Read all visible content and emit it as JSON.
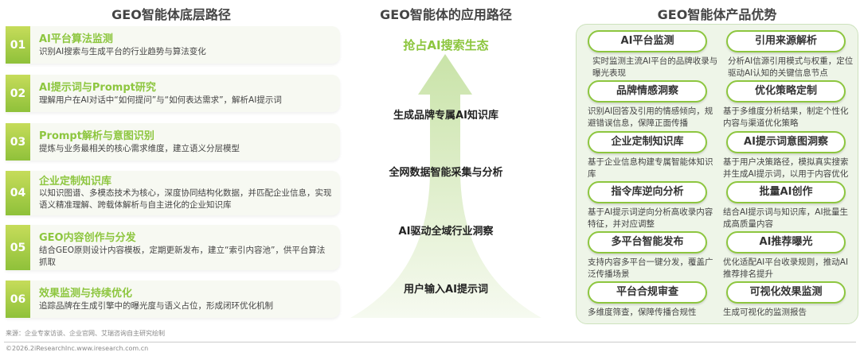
{
  "left": {
    "title": "GEO智能体底层路径",
    "items": [
      {
        "num": "01",
        "title": "AI平台算法监测",
        "desc": "识别AI搜索与生成平台的行业趋势与算法变化"
      },
      {
        "num": "02",
        "title": "AI提示词与Prompt研究",
        "desc": "理解用户在AI对话中“如何提问”与“如何表达需求”，解析AI提示词"
      },
      {
        "num": "03",
        "title": "Prompt解析与意图识别",
        "desc": "提炼与业务最相关的核心需求维度，建立语义分层模型"
      },
      {
        "num": "04",
        "title": "企业定制知识库",
        "desc": "以知识图谱、多模态技术为核心，深度协同结构化数据，并匹配企业信息，实现语义精准理解、跨载体解析与自主进化的企业知识库"
      },
      {
        "num": "05",
        "title": "GEO内容创作与分发",
        "desc": "结合GEO原则设计内容模板，定期更新发布，建立“索引内容池”，供平台算法抓取"
      },
      {
        "num": "06",
        "title": "效果监测与持续优化",
        "desc": "追踪品牌在生成引擎中的曝光度与语义占位，形成闭环优化机制"
      }
    ]
  },
  "middle": {
    "title": "GEO智能体的应用路径",
    "goal": "抢占AI搜索生态",
    "steps": [
      "生成品牌专属AI知识库",
      "全网数据智能采集与分析",
      "AI驱动全域行业洞察",
      "用户输入AI提示词"
    ]
  },
  "right": {
    "title": "GEO智能体产品优势",
    "items": [
      {
        "title": "AI平台监测",
        "desc": "实时监测主流AI平台的品牌收录与曝光表现"
      },
      {
        "title": "引用来源解析",
        "desc": "分析AI信源引用模式与权重，定位驱动AI认知的关键信息节点"
      },
      {
        "title": "品牌情感洞察",
        "desc": "识别AI回答及引用的情感倾向，规避错误信息，保障正面传播"
      },
      {
        "title": "优化策略定制",
        "desc": "基于多维度分析结果，制定个性化内容与渠道优化策略"
      },
      {
        "title": "企业定制知识库",
        "desc": "基于企业信息构建专属智能体知识库"
      },
      {
        "title": "AI提示词意图洞察",
        "desc": "基于用户决策路径，模拟真实搜索并生成AI提示词，以用于内容优化"
      },
      {
        "title": "指令库逆向分析",
        "desc": "基于AI提示词逆向分析高收录内容特征，并对应调整"
      },
      {
        "title": "批量AI创作",
        "desc": "结合AI提示词与知识库，AI批量生成高质量内容"
      },
      {
        "title": "多平台智能发布",
        "desc": "支持内容多平台一键分发，覆盖广泛传播场景"
      },
      {
        "title": "AI推荐曝光",
        "desc": "优化适配AI平台收录规则，推动AI推荐排名提升"
      },
      {
        "title": "平台合规审查",
        "desc": "多维度筛查，保障传播合规性"
      },
      {
        "title": "可视化效果监测",
        "desc": "生成可视化的监测报告"
      }
    ]
  },
  "footer": {
    "source": "来源：企业专家访谈、企业官网、艾瑞咨询自主研究绘制",
    "copyright": "©2026.2iResearchInc.www.iresearch.com.cn"
  },
  "colors": {
    "accent": "#8dc63f",
    "panel": "#eef5e8"
  }
}
